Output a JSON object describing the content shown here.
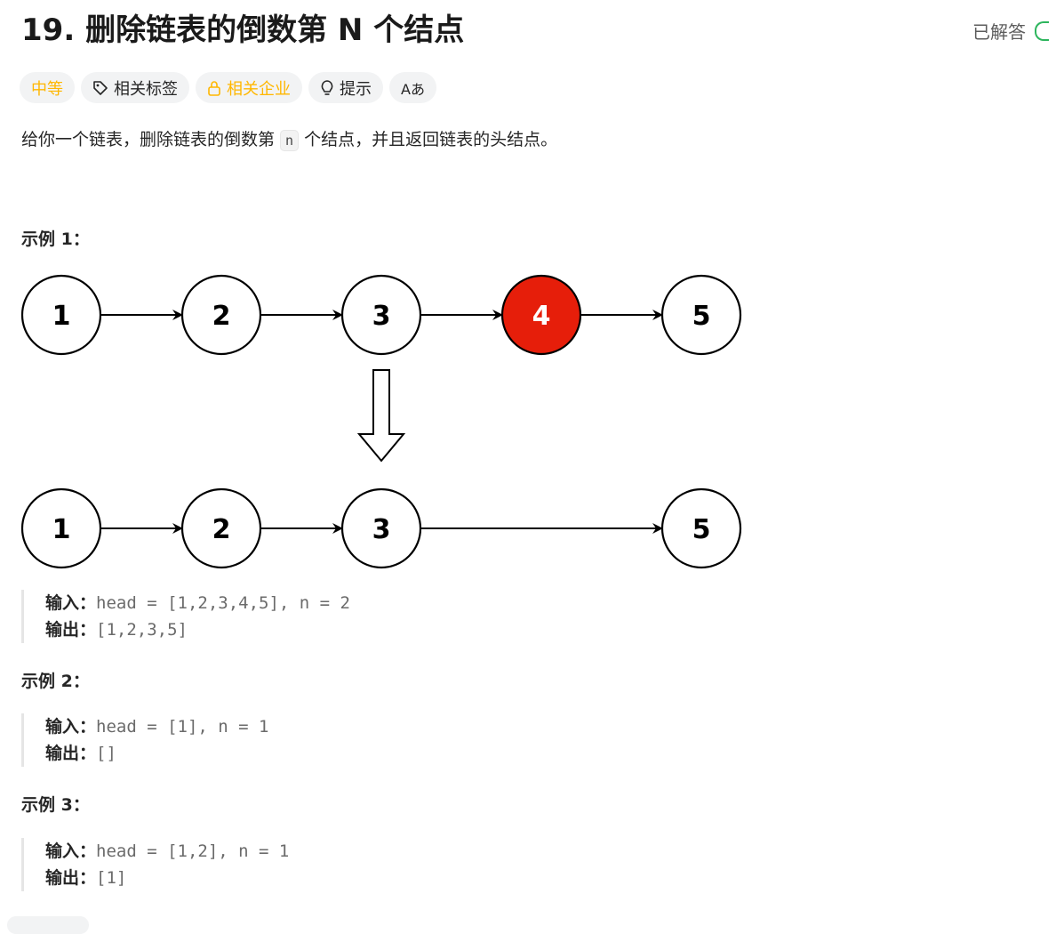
{
  "problem": {
    "title": "19. 删除链表的倒数第 N 个结点",
    "status": "已解答"
  },
  "tags": {
    "difficulty": "中等",
    "related_tags": "相关标签",
    "related_companies": "相关企业",
    "hint": "提示",
    "translate": "Aあ"
  },
  "description": {
    "before": "给你一个链表，删除链表的倒数第 ",
    "code": "n",
    "after": " 个结点，并且返回链表的头结点。"
  },
  "diagram": {
    "top_nodes": [
      "1",
      "2",
      "3",
      "4",
      "5"
    ],
    "bottom_nodes": [
      "1",
      "2",
      "3",
      "5"
    ],
    "removed_node": "4",
    "colors": {
      "removed_fill": "#e61e0a",
      "node_stroke": "#000000"
    }
  },
  "examples": [
    {
      "title": "示例 1：",
      "input_label": "输入：",
      "input_value": "head = [1,2,3,4,5], n = 2",
      "output_label": "输出：",
      "output_value": "[1,2,3,5]"
    },
    {
      "title": "示例 2：",
      "input_label": "输入：",
      "input_value": "head = [1], n = 1",
      "output_label": "输出：",
      "output_value": "[]"
    },
    {
      "title": "示例 3：",
      "input_label": "输入：",
      "input_value": "head = [1,2], n = 1",
      "output_label": "输出：",
      "output_value": "[1]"
    }
  ]
}
